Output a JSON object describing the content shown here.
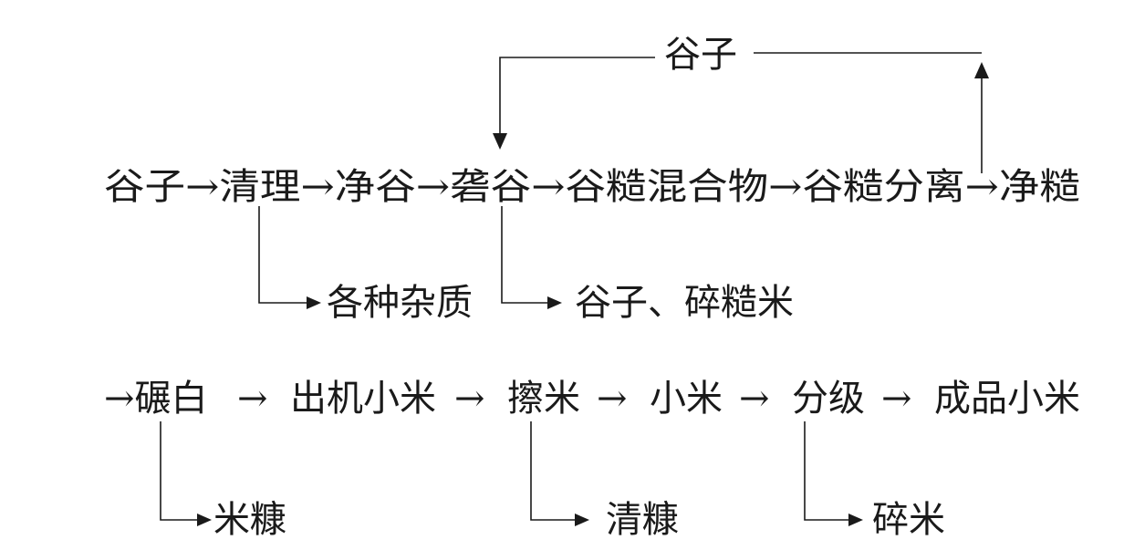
{
  "diagram": {
    "top": {
      "label": "谷子"
    },
    "row1": {
      "text": "谷子→清理→净谷→砻谷→谷糙混合物→谷糙分离→净糙"
    },
    "row1_outputs": {
      "cleaning_waste": "各种杂质",
      "hulling_waste": "谷子、碎糙米"
    },
    "row2": {
      "lead": "→碾白",
      "a1": "→",
      "n1": "出机小米",
      "a2": "→",
      "n2": "擦米",
      "a3": "→",
      "n3": "小米",
      "a4": "→",
      "n4": "分级",
      "a5": "→",
      "n5": "成品小米"
    },
    "row2_outputs": {
      "milling_waste": "米糠",
      "polishing_waste": "清糠",
      "grading_waste": "碎米"
    }
  }
}
